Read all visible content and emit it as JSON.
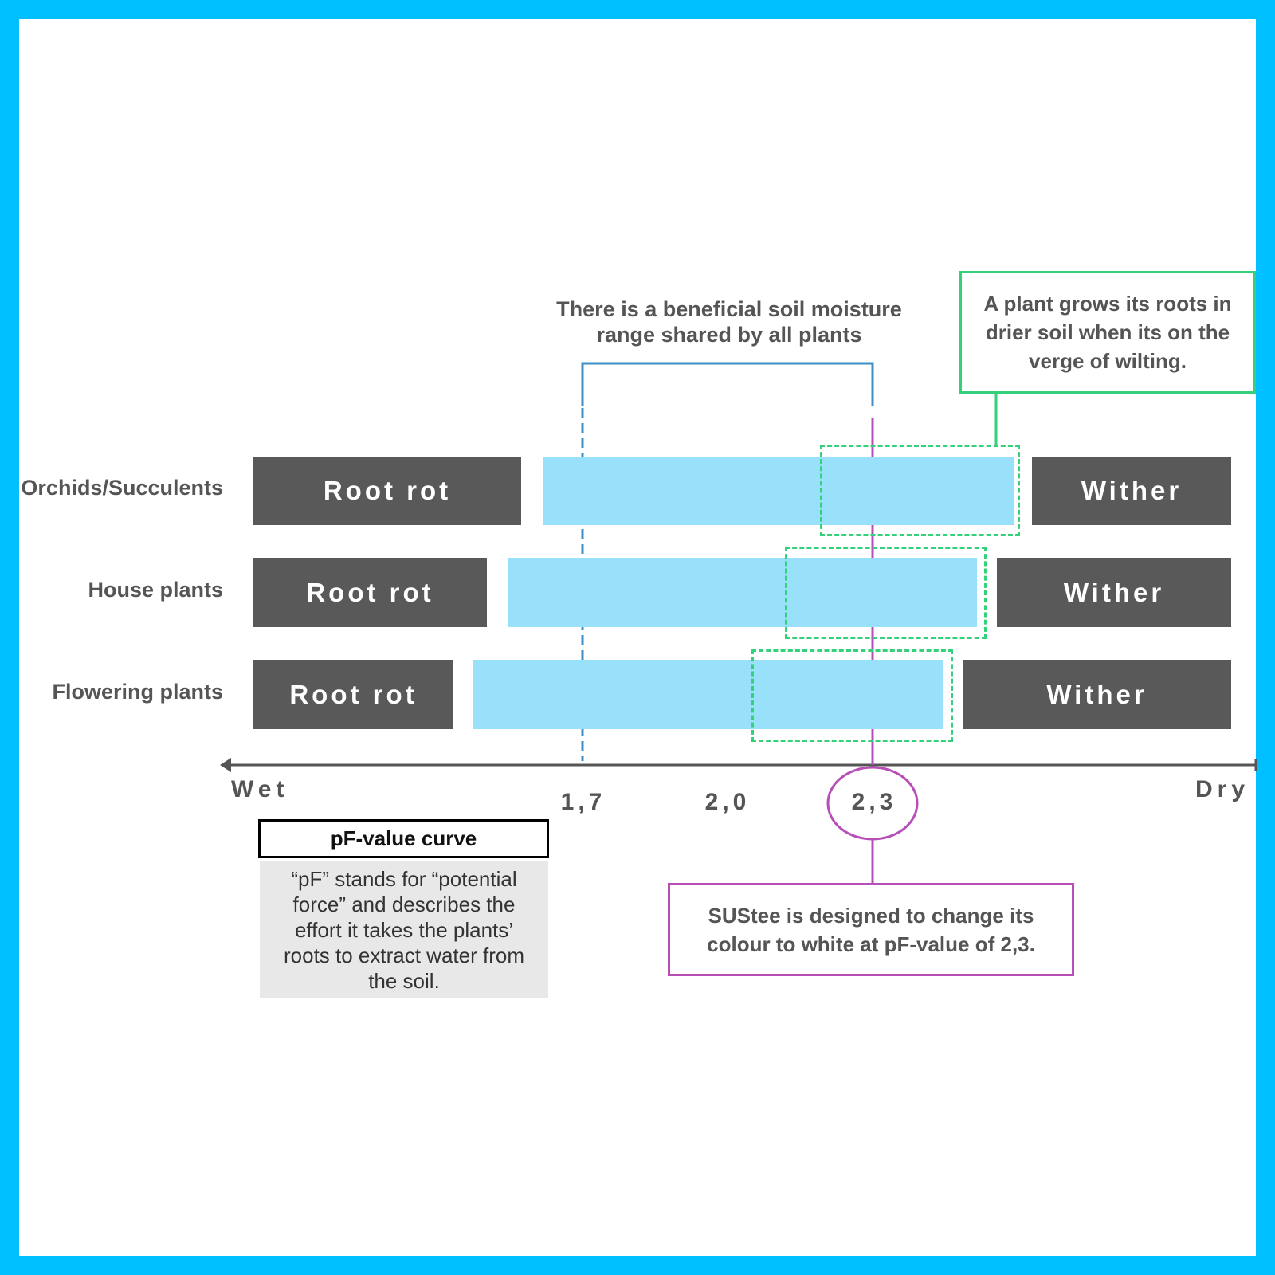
{
  "colors": {
    "frame": "#00bfff",
    "dark_block": "#595959",
    "range_bar": "#99e0fb",
    "shared_range_bracket": "#3d8fc7",
    "wilting_highlight": "#33d17a",
    "sustee_marker": "#b84fb8",
    "axis": "#555555"
  },
  "shared_range_note": "There is a beneficial soil moisture range shared by all plants",
  "wilting_note": "A plant grows its roots in drier soil when its on the verge of wilting.",
  "rows": [
    {
      "label": "Orchids/Succulents",
      "left_block": "Root rot",
      "right_block": "Wither"
    },
    {
      "label": "House plants",
      "left_block": "Root rot",
      "right_block": "Wither"
    },
    {
      "label": "Flowering plants",
      "left_block": "Root rot",
      "right_block": "Wither"
    }
  ],
  "axis": {
    "left_label": "Wet",
    "right_label": "Dry",
    "ticks": [
      "1,7",
      "2,0",
      "2,3"
    ]
  },
  "pf_box": {
    "title": "pF-value curve",
    "text": "“pF” stands for “potential force” and describes the effort it takes the plants’ roots to extract water from the soil."
  },
  "sustee_note": "SUStee is designed to change its colour to white at pF-value of 2,3."
}
